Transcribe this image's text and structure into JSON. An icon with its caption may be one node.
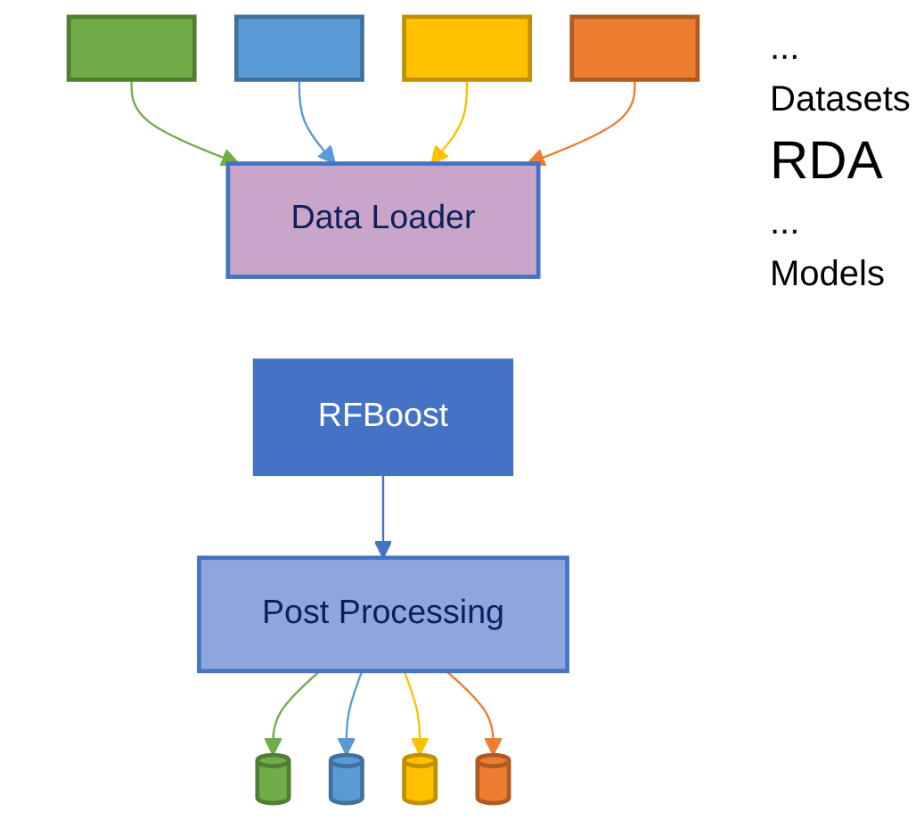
{
  "diagram": {
    "nodes": [
      {
        "text": [],
        "shape": "cube"
      },
      {
        "text": [],
        "shape": "cube"
      },
      {
        "text": [],
        "shape": "cube"
      },
      {
        "text": [],
        "shape": "cube"
      },
      {
        "text": [
          "Data Loader"
        ]
      },
      {
        "text": [
          "RFBoost"
        ]
      },
      {
        "text": [
          "Post Processing"
        ]
      },
      {
        "text": [],
        "shape": "cylinder"
      },
      {
        "text": [],
        "shape": "cylinder"
      },
      {
        "text": [],
        "shape": "cylinder"
      },
      {
        "text": [],
        "shape": "cylinder"
      }
    ],
    "edges": [
      {
        "from": 0,
        "to": 4,
        "arrow": "to",
        "color": "#70ad47"
      },
      {
        "from": 1,
        "to": 4,
        "arrow": "to",
        "color": "#5b9bd5"
      },
      {
        "from": 2,
        "to": 4,
        "arrow": "to",
        "color": "#ffc000"
      },
      {
        "from": 3,
        "to": 4,
        "arrow": "to",
        "color": "#ed7d31"
      },
      {
        "from": 5,
        "to": 6,
        "arrow": "to",
        "color": "#4472c4"
      },
      {
        "from": 6,
        "to": 7,
        "arrow": "to",
        "color": "#70ad47"
      },
      {
        "from": 6,
        "to": 8,
        "arrow": "to",
        "color": "#5b9bd5"
      },
      {
        "from": 6,
        "to": 9,
        "arrow": "to",
        "color": "#ffc000"
      },
      {
        "from": 6,
        "to": 10,
        "arrow": "to",
        "color": "#ed7d31"
      }
    ],
    "labels": [
      "...",
      "Datasets",
      "RDA",
      "...",
      "Models"
    ]
  }
}
